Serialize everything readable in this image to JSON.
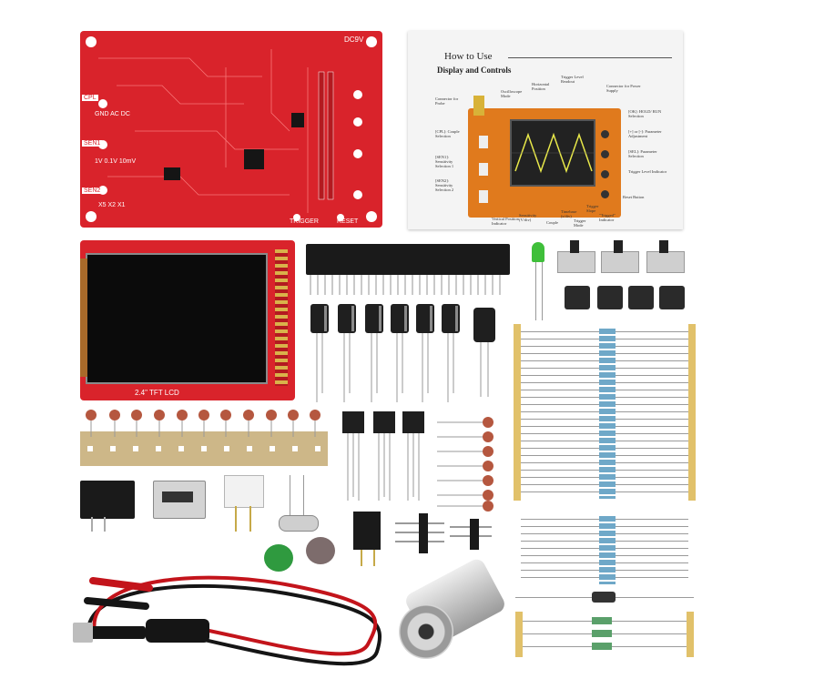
{
  "main_pcb": {
    "label_power": "DC9V",
    "label_cpl": "CPL",
    "label_coupling": "GND AC DC",
    "label_sen1": "SEN1",
    "label_sen1_range": "1V 0.1V 10mV",
    "label_sen2": "SEN2",
    "label_sen2_range": "X5 X2 X1",
    "label_trigger": "TRIGGER",
    "label_reset": "RESET"
  },
  "manual": {
    "heading": "How to Use",
    "subheading": "Display and Controls",
    "callouts": [
      "Connector for Probe",
      "Oscilloscope Mode",
      "Horizontal Position",
      "Trigger Level Readout",
      "Connector for Power Supply",
      "[CPL]: Couple Selection",
      "[SEN1]: Sensitivity Selection 1",
      "[SEN2]: Sensitivity Selection 2",
      "[OK]: HOLD/ RUN Selection",
      "[+] or [-]: Parameter Adjustment",
      "[SEL]: Parameter Selection",
      "Trigger Level Indicator",
      "Reset Button",
      "Vertical Position Indicator",
      "Sensitivity (V/div)",
      "Couple",
      "Timebase (s/div)",
      "Trigger Slope",
      "Trigger Mode",
      "\"Trigged\" Indicator"
    ]
  },
  "tft_board": {
    "label": "2.4\" TFT LCD"
  },
  "colors": {
    "pcb_red": "#d9232b",
    "screen_black": "#0b0b0b",
    "gold_pin": "#d9b24a",
    "led_green": "#3fbf3a",
    "resistor_body": "#6fa8c8",
    "ceramic_cap": "#b5573f",
    "probe_red": "#c3141b",
    "probe_black": "#151515",
    "bnc_silver": "#c9c9c9"
  }
}
